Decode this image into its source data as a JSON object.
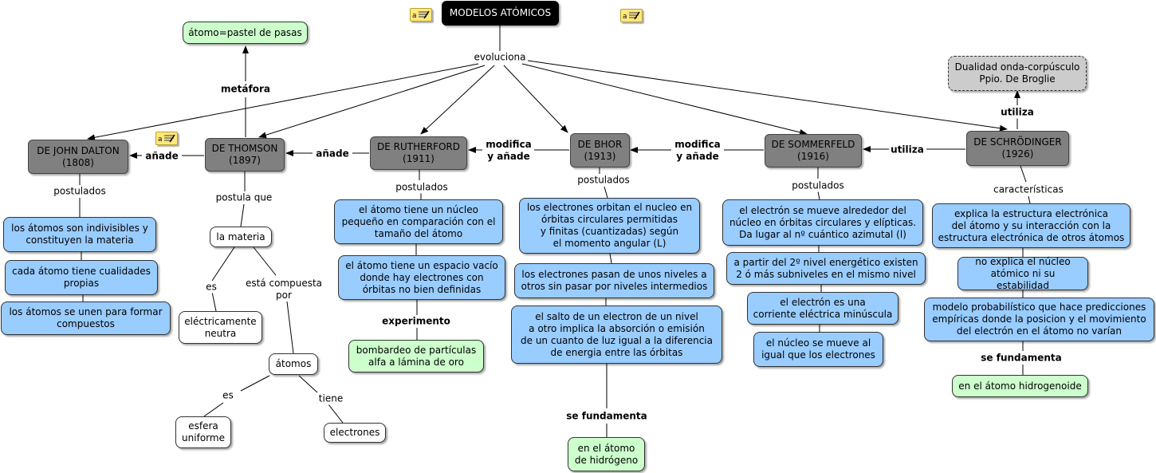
{
  "title": "MODELOS ATÓMICOS",
  "link_labels": {
    "evoluciona": "evoluciona",
    "metafora": "metáfora",
    "anade_thomson_dalton": "añade",
    "anade_rutherford_thomson": "añade",
    "modifica_anade_bhor": "modifica\ny añade",
    "modifica_anade_sommerfeld": "modifica\ny añade",
    "utiliza_schrodinger_sommerfeld": "utiliza",
    "utiliza_broglie": "utiliza",
    "postulados_dalton": "postulados",
    "postula_que": "postula que",
    "postulados_rutherford": "postulados",
    "postulados_bhor": "postulados",
    "postulados_sommerfeld": "postulados",
    "caracteristicas": "características",
    "es_1": "es",
    "esta_compuesta": "está compuesta\npor",
    "es_2": "es",
    "tiene": "tiene",
    "experimento": "experimento",
    "se_fundamenta_bhor": "se fundamenta",
    "se_fundamenta_schrodinger": "se fundamenta"
  },
  "models": {
    "dalton": "DE JOHN DALTON\n(1808)",
    "thomson": "DE THOMSON\n(1897)",
    "rutherford": "DE RUTHERFORD\n(1911)",
    "bhor": "DE BHOR\n(1913)",
    "sommerfeld": "DE SOMMERFELD\n(1916)",
    "schrodinger": "DE SCHRÖDINGER\n(1926)"
  },
  "concepts": {
    "pastel": "átomo=pastel de pasas",
    "broglie": "Dualidad onda-corpúsculo\nPpio. De Broglie",
    "dalton_1": "los átomos son indivisibles y\nconstituyen la materia",
    "dalton_2": "cada átomo tiene cualidades\npropias",
    "dalton_3": "los átomos se unen para formar\ncompuestos",
    "la_materia": "la materia",
    "electricamente_neutra": "eléctricamente\nneutra",
    "atomos": "átomos",
    "esfera_uniforme": "esfera\nuniforme",
    "electrones": "electrones",
    "rutherford_1": "el átomo tiene un núcleo\npequeño en comparación con el\ntamaño del átomo",
    "rutherford_2": "el átomo tiene un espacio vacío\ndonde hay electrones con\nórbitas no bien definidas",
    "bombardeo": "bombardeo de partículas\nalfa a lámina de oro",
    "bhor_1": "los electrones orbitan el nucleo en\nórbitas circulares permitidas\ny finitas (cuantizadas) según\nel momento angular (L)",
    "bhor_2": "los electrones pasan de unos niveles a\notros sin pasar por niveles intermedios",
    "bhor_3": "el salto de un electron de un nivel\na otro implica la absorción o emisión\nde un cuanto de luz igual a la diferencia\nde energia entre las órbitas",
    "hidrogeno": "en el átomo\nde hidrógeno",
    "sommerfeld_1": "el electrón se mueve alrededor del\nnúcleo en órbitas circulares y elípticas.\nDa lugar al nº cuántico azimutal (l)",
    "sommerfeld_2": "a partir del 2º nivel energético existen\n2 ó más subniveles en el mismo nivel",
    "sommerfeld_3": "el electrón es una\ncorriente eléctrica minúscula",
    "sommerfeld_4": "el núcleo se mueve al\nigual que los electrones",
    "schrodinger_1": "explica la estructura electrónica\ndel átomo y su interacción con la\nestructura electrónica de otros átomos",
    "schrodinger_2": "no explica el núcleo\natómico ni su estabilidad",
    "schrodinger_3": "modelo probabilístico que hace predicciones\nempíricas donde la posicion y el movimiento\ndel electrón en el átomo no varían",
    "hidrogenoide": "en el átomo hidrogenoide"
  },
  "icons": [
    "note-icon",
    "note-icon"
  ],
  "colors": {
    "root": "#000000",
    "model": "#808080",
    "blue_concept": "#99ccff",
    "green_concept": "#ccffcc",
    "white_concept": "#ffffff",
    "dashed_concept": "#cccccc"
  }
}
